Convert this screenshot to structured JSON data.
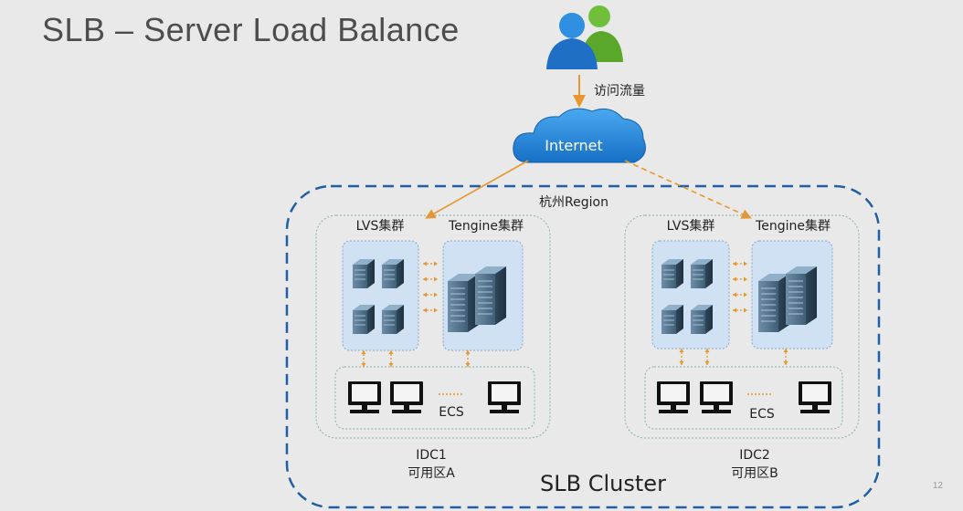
{
  "slide": {
    "title": "SLB – Server Load Balance",
    "page_number": "12"
  },
  "diagram": {
    "traffic_label": "访问流量",
    "internet_label": "Internet",
    "region_label": "杭州Region",
    "cluster_label": "SLB Cluster",
    "idcs": [
      {
        "lvs_label": "LVS集群",
        "tengine_label": "Tengine集群",
        "ecs_label": "ECS",
        "name": "IDC1",
        "zone": "可用区A"
      },
      {
        "lvs_label": "LVS集群",
        "tengine_label": "Tengine集群",
        "ecs_label": "ECS",
        "name": "IDC2",
        "zone": "可用区B"
      }
    ]
  },
  "colors": {
    "region_border": "#1f5fa8",
    "arrow": "#e8962d",
    "cloud": "#1a7fd6",
    "panel_fill": "#cfe1f3",
    "server": "#4a6a82"
  }
}
